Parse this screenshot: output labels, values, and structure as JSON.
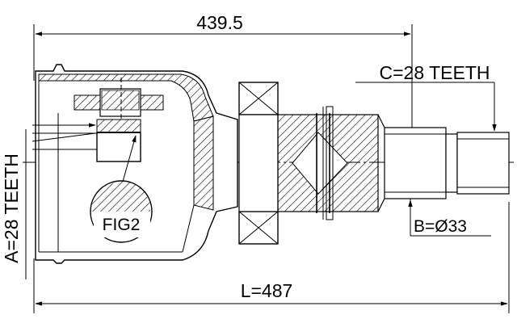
{
  "dimensions": {
    "top_length": "439.5",
    "total_length": "L=487",
    "spline_c": "C=28 TEETH",
    "spline_a": "A=28 TEETH",
    "diameter_b": "B=Ø33"
  },
  "callout": {
    "fig_label": "FIG2"
  }
}
